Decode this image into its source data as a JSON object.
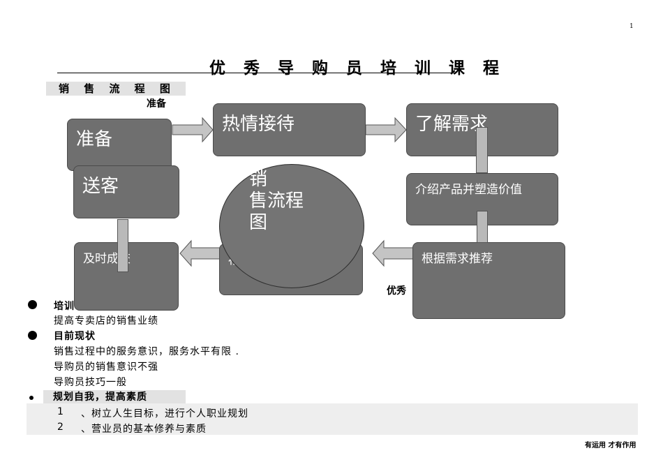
{
  "page_number": "1",
  "title": "优 秀 导 购 员 培 训 课 程",
  "section_label": "销 售 流 程 图",
  "stray_label": "准备",
  "flow": {
    "prepare": "准备",
    "reception": "热情接待",
    "understand": "了解需求",
    "introduce": "介绍产品并塑造价值",
    "recommend": "根据需求推荐",
    "close": "及时成交",
    "send_off": "送客",
    "hidden_box": "衫",
    "center": [
      "销",
      "售流程",
      "图"
    ],
    "overlap_label": "优秀"
  },
  "bullets": [
    {
      "heading": "培训",
      "lines": [
        "提高专卖店的销售业绩"
      ]
    },
    {
      "heading": "目前现状",
      "lines": [
        "销售过程中的服务意识，服务水平有限   .",
        "导购员的销售意识不强",
        "导购员技巧一般"
      ]
    },
    {
      "heading": "规划自我，提高素质",
      "lines": []
    }
  ],
  "list": [
    {
      "num": "1",
      "text": "、树立人生目标，进行个人职业规划"
    },
    {
      "num": "2",
      "text": "、营业员的基本修养与素质"
    }
  ],
  "footer": "有运用  才有作用"
}
